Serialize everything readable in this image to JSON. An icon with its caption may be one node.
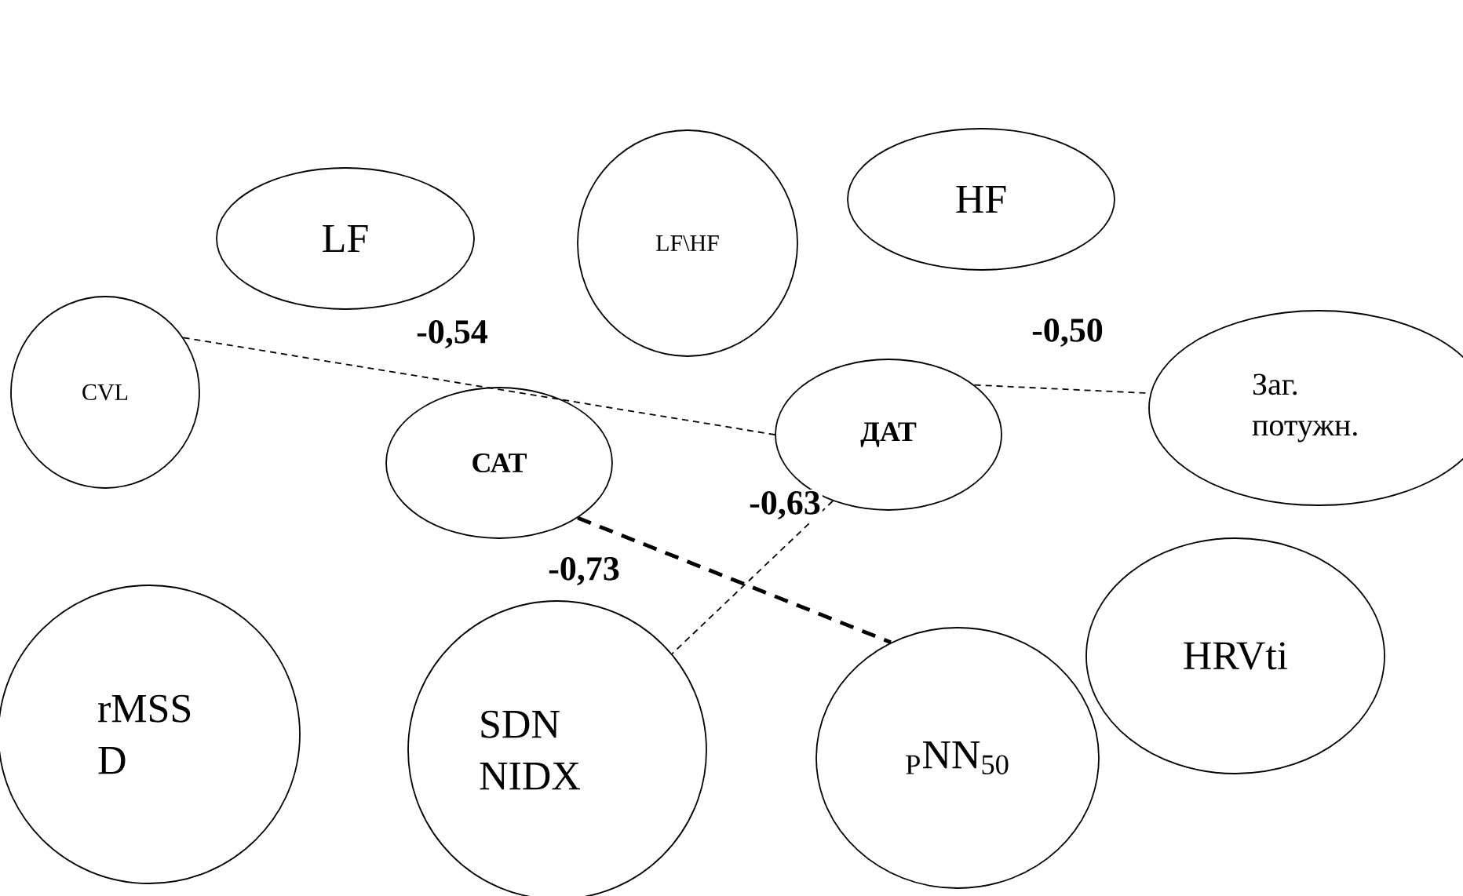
{
  "diagram": {
    "nodes": [
      {
        "text": [
          "LF\\HF"
        ]
      },
      {
        "text": [
          "HF"
        ]
      },
      {
        "text": [
          "LF"
        ]
      },
      {
        "text": [
          "Заг. потужн."
        ]
      },
      {
        "text": [
          "CVL"
        ]
      },
      {
        "text": [
          "ДАТ"
        ]
      },
      {
        "text": [
          "САТ"
        ]
      },
      {
        "text": [
          "HRVti"
        ]
      },
      {
        "text": [
          "rMSS D"
        ]
      },
      {
        "text": [
          "SDN NIDX"
        ]
      },
      {
        "text": [
          "$_{P}$NN$_{50}$"
        ]
      }
    ],
    "edges": [
      {
        "from": 4,
        "to": 5,
        "arrow": "none",
        "label": "-0,54",
        "style": "dashed"
      },
      {
        "from": 5,
        "to": 3,
        "arrow": "none",
        "label": "-0,50",
        "style": "dashed"
      },
      {
        "from": 5,
        "to": 9,
        "arrow": "none",
        "label": "-0,63",
        "style": "dashed"
      },
      {
        "from": 6,
        "to": 10,
        "arrow": "none",
        "label": "-0,73",
        "style": "dashed"
      }
    ]
  }
}
